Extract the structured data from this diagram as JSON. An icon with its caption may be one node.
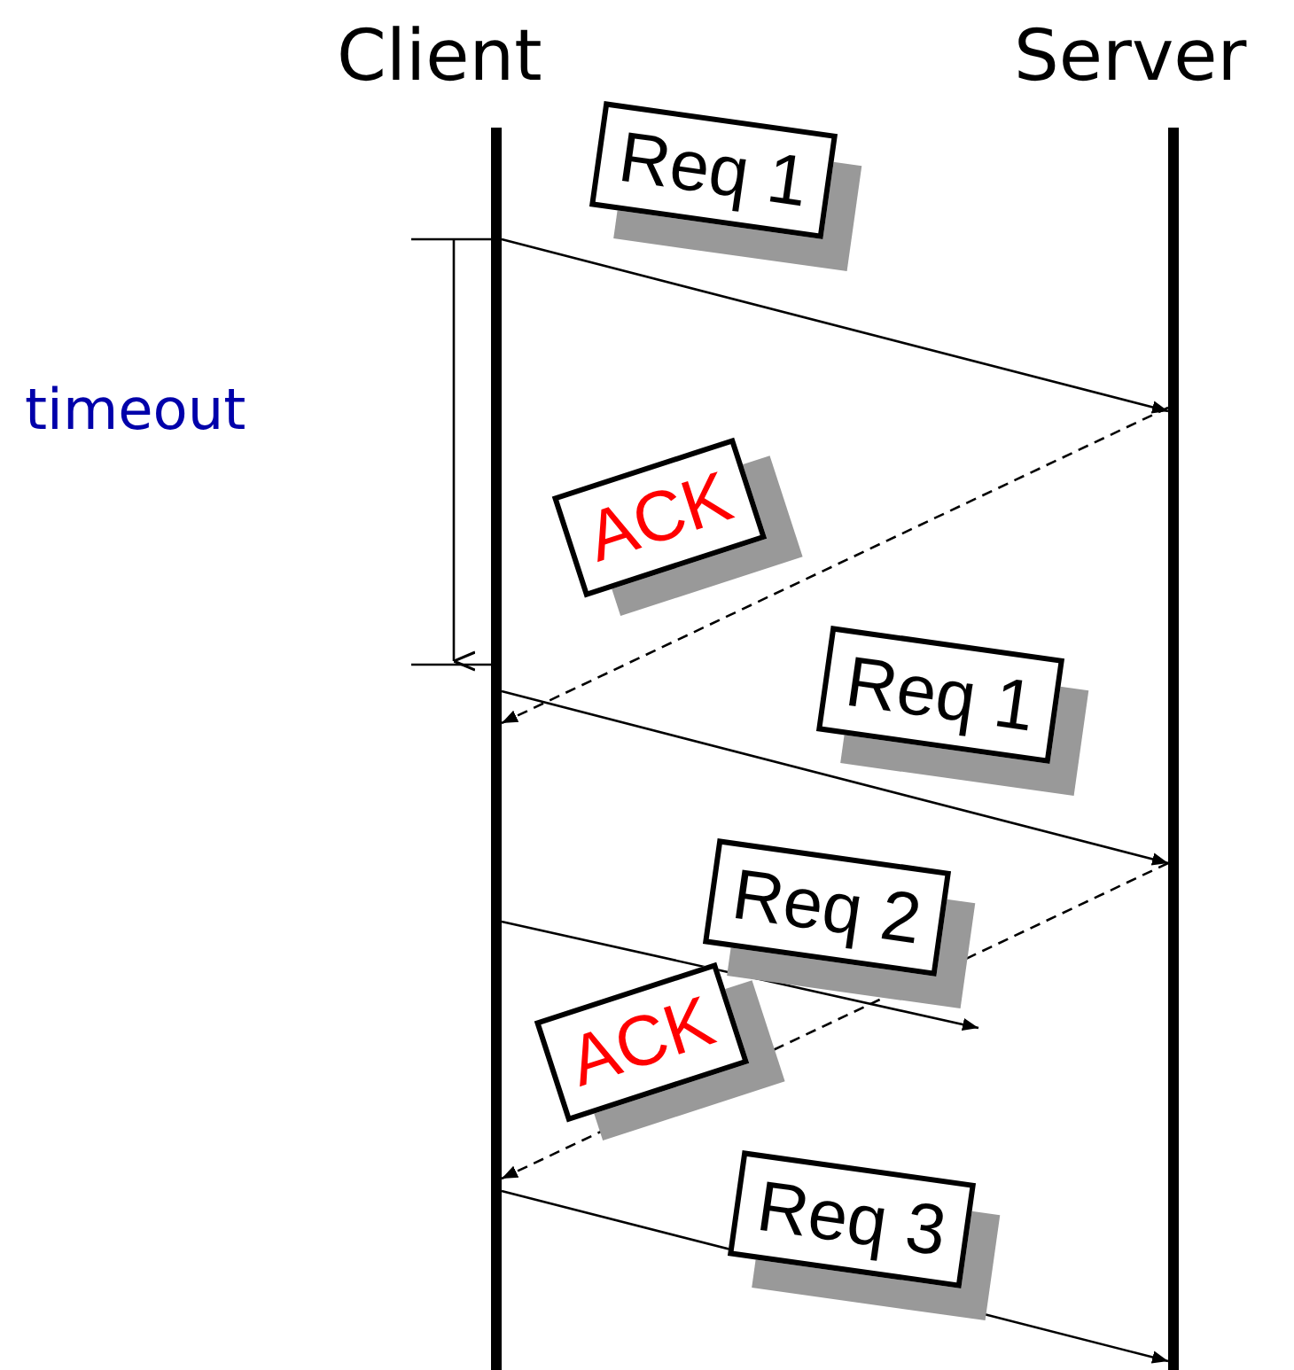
{
  "diagram": {
    "nodes": [
      {
        "text": [
          "Client"
        ]
      },
      {
        "text": [
          "Server"
        ]
      }
    ],
    "edges": [
      {
        "from": 0,
        "to": 1,
        "arrow": "to",
        "label": "Req 1"
      },
      {
        "from": 1,
        "to": 0,
        "arrow": "to",
        "label": "ACK",
        "style": "dashed"
      },
      {
        "from": 0,
        "to": 1,
        "arrow": "to",
        "label": "Req 1"
      },
      {
        "from": 0,
        "to": null,
        "arrow": "to",
        "label": "Req 2"
      },
      {
        "from": 1,
        "to": 0,
        "arrow": "to",
        "label": "ACK",
        "style": "dashed"
      },
      {
        "from": 0,
        "to": 1,
        "arrow": "to",
        "label": "Req 3"
      }
    ],
    "labels": [
      "timeout"
    ]
  }
}
